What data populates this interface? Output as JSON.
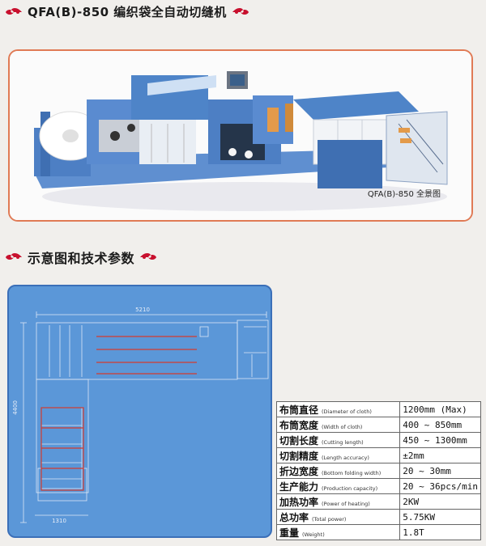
{
  "header": {
    "title": "QFA(B)-850 编织袋全自动切缝机"
  },
  "photo": {
    "caption": "QFA(B)-850 全景图"
  },
  "section2": {
    "title": "示意图和技术参数"
  },
  "diagram": {
    "width_dim": "5210",
    "height_dim": "4400",
    "bottom_dim": "1310"
  },
  "specs": [
    {
      "zh": "布筒直径",
      "en": "(Diameter of cloth)",
      "value": "1200mm (Max)"
    },
    {
      "zh": "布筒宽度",
      "en": "(Width of cloth)",
      "value": "400 ~ 850mm"
    },
    {
      "zh": "切割长度",
      "en": "(Cutting length)",
      "value": "450 ~ 1300mm"
    },
    {
      "zh": "切割精度",
      "en": "(Length accuracy)",
      "value": "±2mm"
    },
    {
      "zh": "折边宽度",
      "en": "(Bottom folding width)",
      "value": "20 ~ 30mm"
    },
    {
      "zh": "生产能力",
      "en": "(Production capacity)",
      "value": "20 ~ 36pcs/min"
    },
    {
      "zh": "加热功率",
      "en": "(Power of heating)",
      "value": "2KW"
    },
    {
      "zh": "总功率",
      "en": "(Total power)",
      "value": "5.75KW"
    },
    {
      "zh": "重量",
      "en": "(Weight)",
      "value": "1.8T"
    }
  ],
  "colors": {
    "accent": "#c8102e",
    "machine_blue": "#4d7fc4",
    "diagram_bg": "#5b97d8",
    "frame": "#e07a55"
  }
}
